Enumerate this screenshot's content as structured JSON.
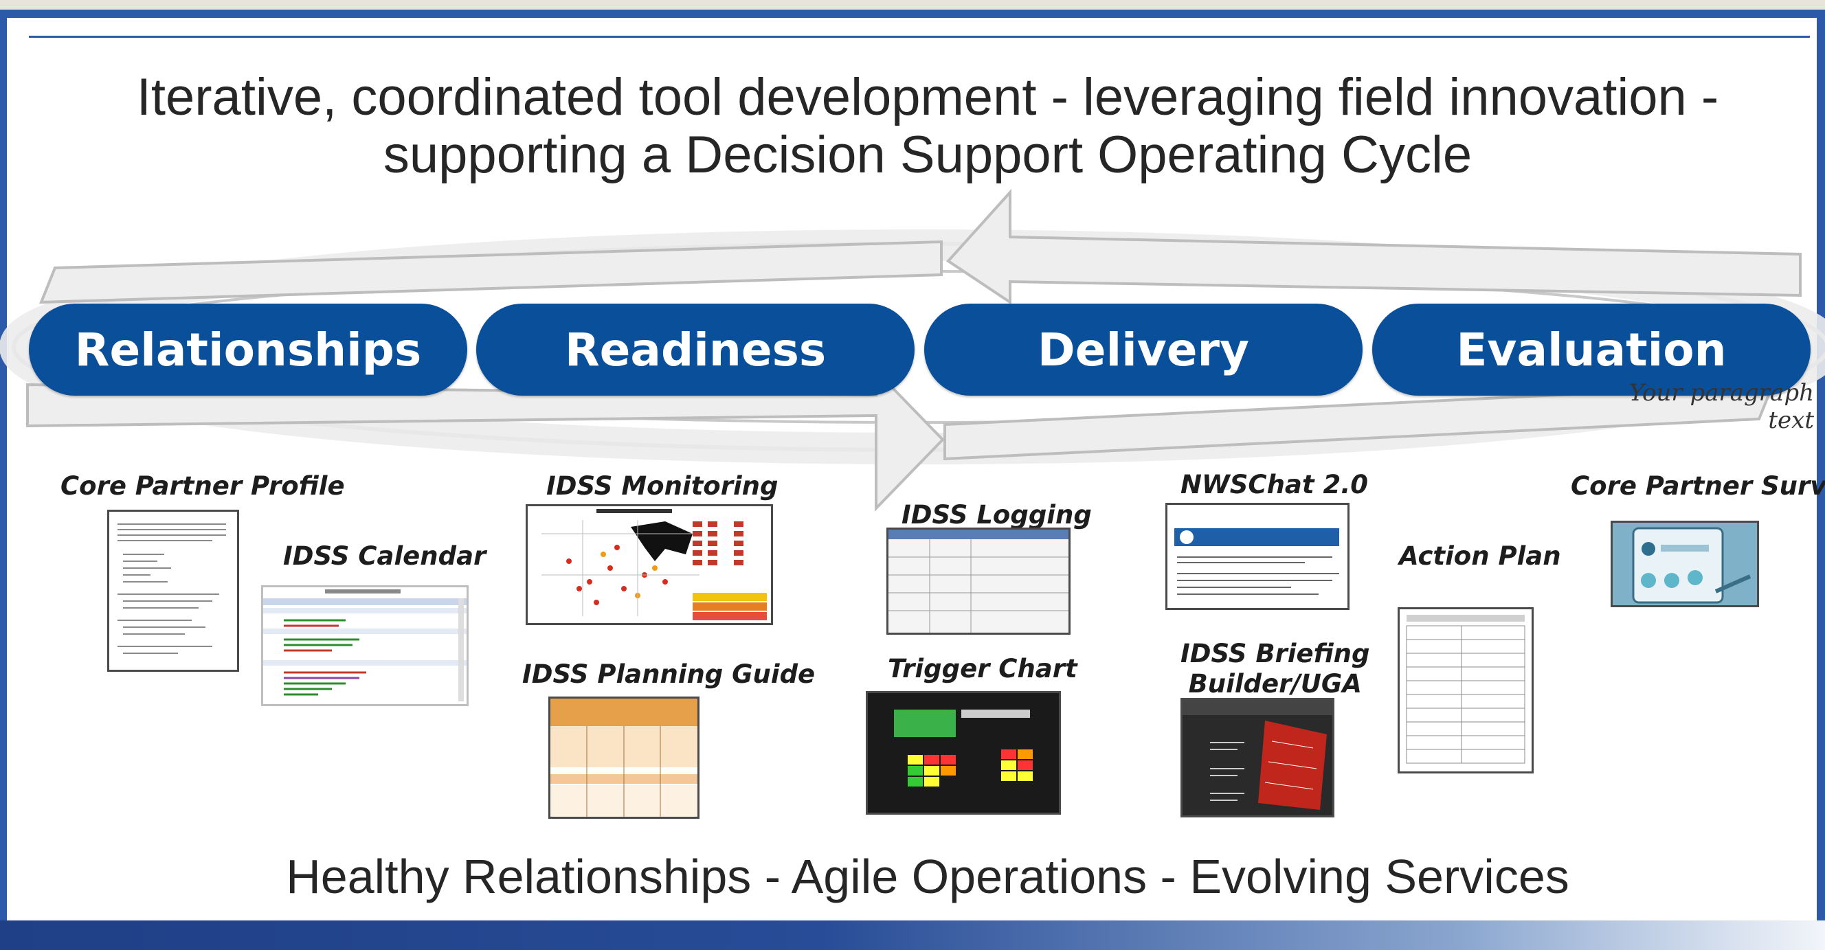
{
  "title": {
    "line1": "Iterative, coordinated tool development - leveraging field innovation -",
    "line2": "supporting a Decision Support Operating Cycle"
  },
  "cycle": {
    "stages": [
      "Relationships",
      "Readiness",
      "Delivery",
      "Evaluation"
    ],
    "colors": {
      "pill": "#0a4f9a",
      "ring": "#ececec",
      "ring_edge": "#bdbdbd"
    }
  },
  "placeholder_text": "Your paragraph text",
  "tools": {
    "core_partner_profile": "Core Partner Profile",
    "idss_calendar": "IDSS Calendar",
    "idss_monitoring": "IDSS Monitoring",
    "idss_planning_guide": "IDSS Planning Guide",
    "idss_logging": "IDSS Logging",
    "trigger_chart": "Trigger Chart",
    "nwschat": "NWSChat 2.0",
    "idss_briefing": {
      "line1": "IDSS Briefing",
      "line2": "Builder/UGA"
    },
    "action_plan": "Action Plan",
    "core_partner_survey": "Core Partner Survey"
  },
  "footer": "Healthy Relationships - Agile Operations - Evolving Services",
  "colors": {
    "frame": "#2c5aa8",
    "text": "#262626"
  }
}
